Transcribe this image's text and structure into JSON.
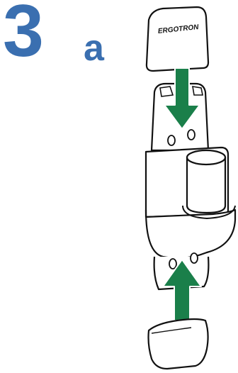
{
  "step": {
    "number": "3",
    "letter": "a"
  },
  "illustration": {
    "brand_label": "ERGOTRON",
    "icons": [
      "top-cap-icon",
      "down-arrow-icon",
      "mount-body-icon",
      "cylinder-post-icon",
      "up-arrow-icon",
      "bottom-cap-icon"
    ]
  },
  "colors": {
    "step_text": "#3a6fb0",
    "arrow": "#1a7f4a",
    "line": "#111111",
    "fill": "#ffffff"
  }
}
